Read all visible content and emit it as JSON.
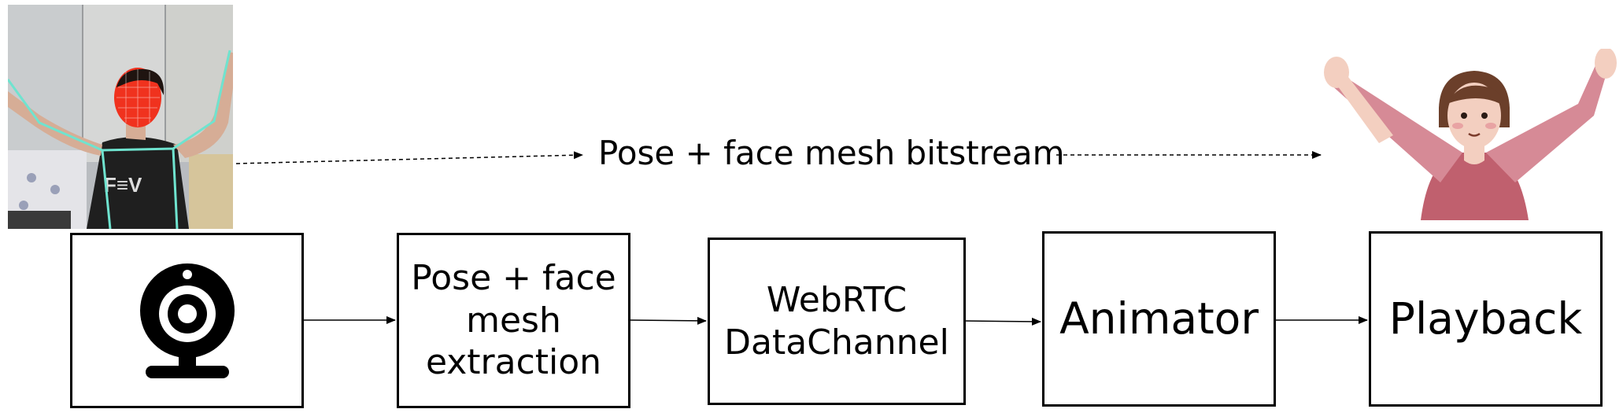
{
  "stream": {
    "label": "Pose + face mesh bitstream"
  },
  "pipeline": {
    "camera": {
      "icon": "webcam-icon"
    },
    "extraction": {
      "label": "Pose + face\nmesh\nextraction"
    },
    "transport": {
      "label": "WebRTC\nDataChannel"
    },
    "animator": {
      "label": "Animator"
    },
    "playback": {
      "label": "Playback"
    }
  },
  "colors": {
    "line": "#000000",
    "face_mesh": "#f0321e",
    "pose_skeleton": "#6fe3cf",
    "avatar_shirt": "#c0606e",
    "avatar_sleeve": "#d68a96",
    "avatar_skin": "#f3cfc0",
    "avatar_hair": "#6b3f2a"
  }
}
